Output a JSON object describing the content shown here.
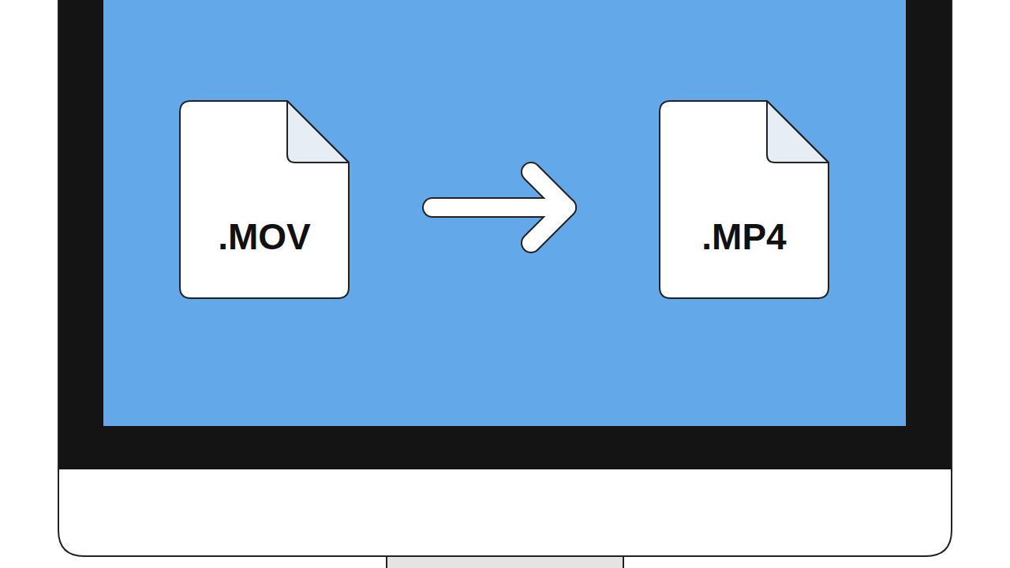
{
  "diagram": {
    "nodes": [
      {
        "text": [
          ".MOV"
        ]
      },
      {
        "text": [
          ".MP4"
        ]
      }
    ],
    "edges": [
      {
        "from": 0,
        "to": 1,
        "arrow": "to"
      }
    ]
  }
}
